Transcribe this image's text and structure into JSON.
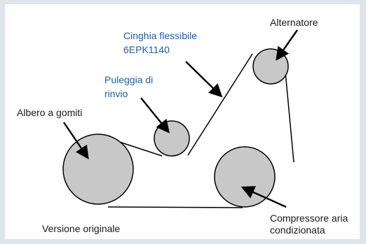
{
  "colors": {
    "background": "#dde5eb",
    "panel": "#ffffff",
    "pulley_fill": "#c8c8c8",
    "line": "#000000",
    "label": "#1a1a1a",
    "belt_label": "#1f5fa8"
  },
  "labels": {
    "alternator": "Alternatore",
    "belt_line1": "Cinghia flessibile",
    "belt_line2": "6EPK1140",
    "idler_line1": "Puleggia di",
    "idler_line2": "rinvio",
    "crankshaft": "Albero a gomiti",
    "ac_line1": "Compressore aria",
    "ac_line2": "condizionata",
    "version": "Versione originale"
  }
}
